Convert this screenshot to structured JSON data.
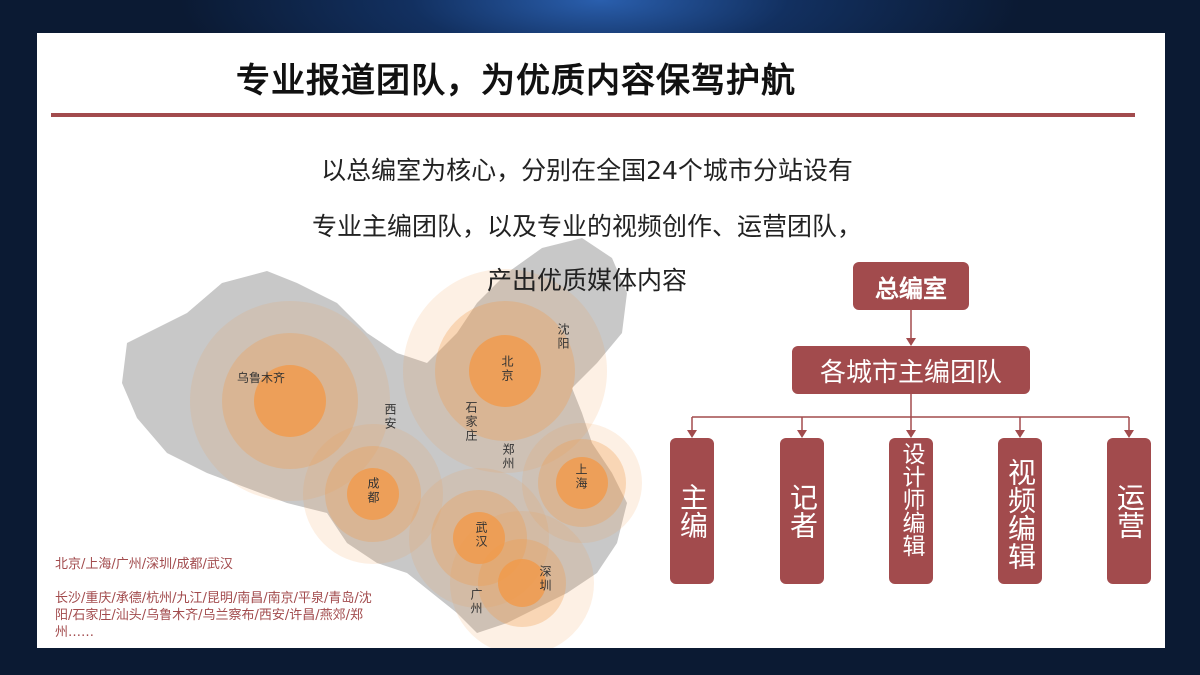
{
  "title": "专业报道团队，为优质内容保驾护航",
  "lead": [
    "以总编室为核心，分别在全国24个城市分站设有",
    "专业主编团队，以及专业的视频创作、运营团队，",
    "产出优质媒体内容"
  ],
  "map": {
    "cities": [
      "乌鲁木齐",
      "西安",
      "成都",
      "北京",
      "石家庄",
      "郑州",
      "沈阳",
      "上海",
      "武汉",
      "深圳",
      "广州"
    ],
    "colors": {
      "land": "#c8c8c8",
      "circle": "#f19a4a"
    }
  },
  "city_list": {
    "primary": "北京/上海/广州/深圳/成都/武汉",
    "secondary": "长沙/重庆/承德/杭州/九江/昆明/南昌/南京/平泉/青岛/沈阳/石家庄/汕头/乌鲁木齐/乌兰察布/西安/许昌/燕郊/郑州……"
  },
  "org": {
    "top": "总编室",
    "middle": "各城市主编团队",
    "leaves": [
      "主编",
      "记者",
      "设计师编辑",
      "视频编辑",
      "运营"
    ],
    "color": "#a24b4d"
  }
}
